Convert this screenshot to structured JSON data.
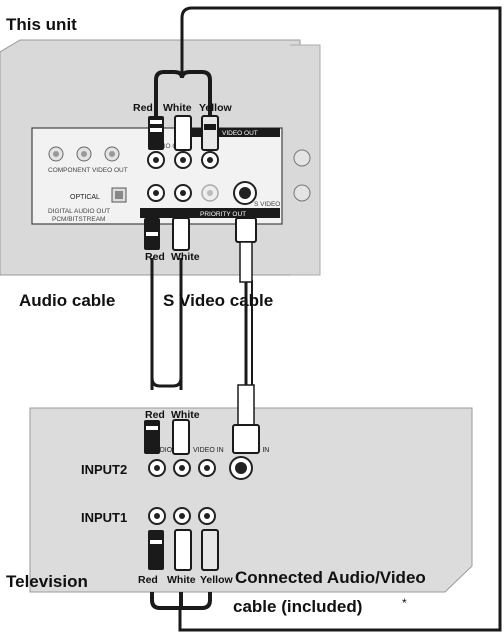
{
  "unit": {
    "title": "This unit",
    "top_plug_labels": [
      "Red",
      "White",
      "Yellow"
    ],
    "panel_labels": {
      "component_video_out": "COMPONENT VIDEO OUT",
      "optical": "OPTICAL",
      "digital_audio_out": "DIGITAL AUDIO OUT",
      "pcm_bitstream": "PCM/BITSTREAM",
      "audio_out": "AUDIO OUT",
      "video_out": "VIDEO OUT",
      "s_video": "S VIDEO",
      "priority_out": "PRIORITY OUT"
    },
    "bottom_plug_labels": [
      "Red",
      "White"
    ]
  },
  "cables": {
    "audio": "Audio cable",
    "svideo": "S Video cable"
  },
  "tv": {
    "plug_labels_top": [
      "Red",
      "White"
    ],
    "audio_in": "AUDIO IN",
    "video_in": "VIDEO IN",
    "s_video_in": "S VIDEO IN",
    "input2": "INPUT2",
    "input1": "INPUT1",
    "title": "Television",
    "bottom_plug_labels": [
      "Red",
      "White",
      "Yellow"
    ]
  },
  "connected_cable": {
    "line1": "Connected Audio/Video",
    "line2": "cable (included)",
    "marker": "*"
  },
  "colors": {
    "panel_gray": "#dcdcdc",
    "panel_edge": "#9a9a9a",
    "cable": "#1a1a1a"
  }
}
